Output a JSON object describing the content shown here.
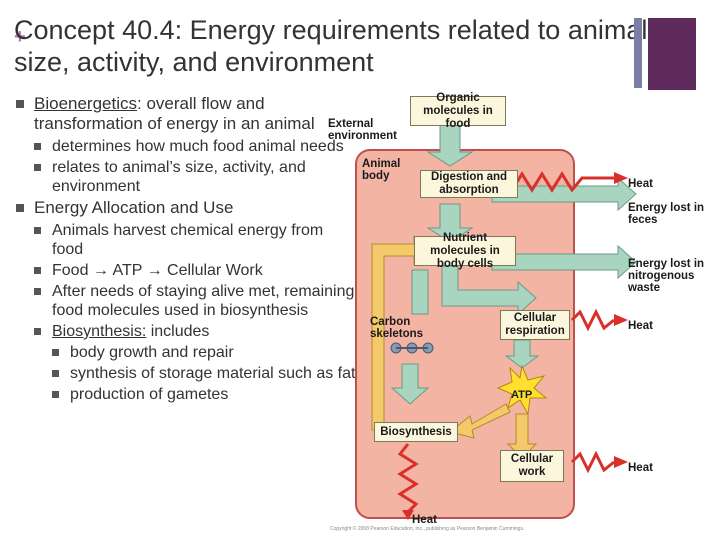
{
  "slide": {
    "plus": "+",
    "title": "Concept 40.4: Energy requirements related to animal size, activity, and environment"
  },
  "bullets": {
    "b1_term": "Bioenergetics",
    "b1_rest": ": overall flow and transformation of energy in an animal",
    "b1_sub1": "determines how much food animal needs",
    "b1_sub2": "relates to animal’s size, activity, and environment",
    "b2": "Energy Allocation and Use",
    "b2_sub1": "Animals harvest chemical energy from food",
    "b2_sub2": "Food → ATP → Cellular Work",
    "b2_sub3": "After needs of staying alive met, remaining food molecules used in biosynthesis",
    "b2_sub4_term": "Biosynthesis:",
    "b2_sub4_rest": " includes",
    "b2_sub4_1": "body growth and repair",
    "b2_sub4_2": "synthesis of storage material such as fat",
    "b2_sub4_3": "production of gametes"
  },
  "figure": {
    "organic": "Organic molecules in food",
    "external": "External environment",
    "animal_body": "Animal body",
    "digestion": "Digestion and absorption",
    "heat1": "Heat",
    "energy_feces": "Energy lost in feces",
    "nutrient": "Nutrient molecules in body cells",
    "energy_waste": "Energy lost in nitrogenous waste",
    "carbon": "Carbon skeletons",
    "respiration": "Cellular respiration",
    "heat2": "Heat",
    "atp": "ATP",
    "biosynthesis": "Biosynthesis",
    "cellular_work": "Cellular work",
    "heat3": "Heat",
    "heat4": "Heat",
    "credit": "Copyright © 2008 Pearson Education, Inc., publishing as Pearson Benjamin Cummings.",
    "colors": {
      "body_fill": "#f4b4a4",
      "body_stroke": "#c0504d",
      "arrow_green": "#a8d4c0",
      "arrow_yellow": "#f4c96a",
      "heat_red": "#d9302a",
      "atp_yellow": "#ffe030"
    }
  }
}
